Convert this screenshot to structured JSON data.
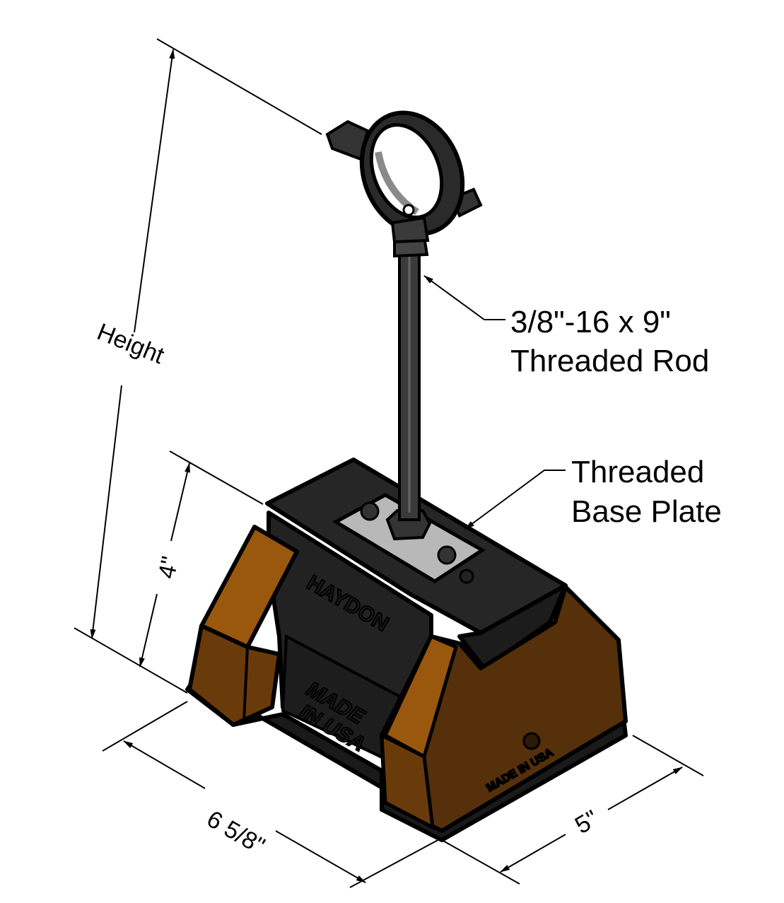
{
  "dimensions": {
    "height": "Height",
    "base_height": "4\"",
    "length": "6 5/8\"",
    "width": "5\""
  },
  "callouts": {
    "rod_line1": "3/8\"-16 x 9\"",
    "rod_line2": "Threaded Rod",
    "plate_line1": "Threaded",
    "plate_line2": "Base Plate"
  },
  "embossed": {
    "brand": "HAYDON",
    "made_line1": "MADE",
    "made_line2": "IN USA",
    "side_mark": "MADE IN USA"
  },
  "colors": {
    "orange_light": "#9a570e",
    "orange_dark": "#55300a",
    "black_body": "#242424",
    "plate": "#b8b8b8"
  }
}
